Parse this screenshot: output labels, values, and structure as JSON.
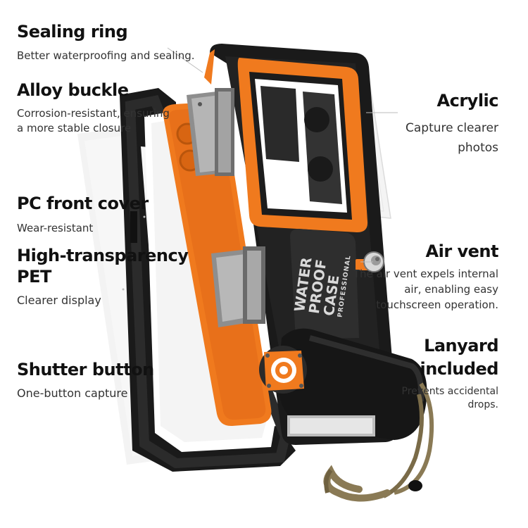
{
  "features": {
    "sealing_ring": {
      "title": "Sealing ring",
      "desc": "Better waterproofing and sealing."
    },
    "alloy_buckle": {
      "title": "Alloy buckle",
      "desc_line1": "Corrosion-resistant, ensuring",
      "desc_line2": "a more stable closure"
    },
    "acrylic": {
      "title": "Acrylic",
      "desc_line1": "Capture clearer",
      "desc_line2": "photos"
    },
    "pc_front_cover": {
      "title": "PC front cover",
      "desc": "Wear-resistant"
    },
    "pet": {
      "title_line1": "High-transparency",
      "title_line2": "PET",
      "desc": "Clearer display"
    },
    "air_vent": {
      "title": "Air vent",
      "desc_line1": "The air vent expels internal",
      "desc_line2": "air, enabling easy",
      "desc_line3": "touchscreen operation."
    },
    "shutter_button": {
      "title": "Shutter button",
      "desc": "One-button capture"
    },
    "lanyard": {
      "title_line1": "Lanyard",
      "title_line2": "included",
      "desc_line1": "Prevents accidental",
      "desc_line2": "drops."
    }
  },
  "product": {
    "brand_lines": [
      "WATER",
      "PROOF",
      "CASE"
    ],
    "brand_sub": "PROFESSIONAL"
  },
  "colors": {
    "orange": "#F07A1E",
    "black": "#1A1A1A",
    "dark_gray": "#2B2B2B",
    "metal": "#9C9C9C",
    "strap": "#8A7A55"
  }
}
